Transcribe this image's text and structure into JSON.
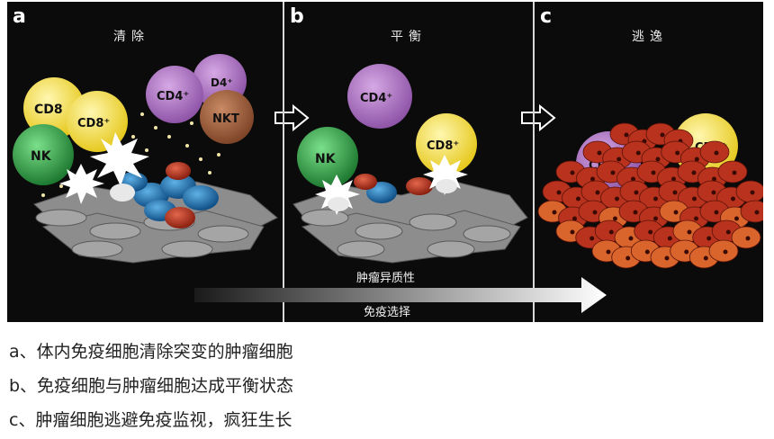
{
  "panels": [
    {
      "letter": "a",
      "title": "清除"
    },
    {
      "letter": "b",
      "title": "平衡"
    },
    {
      "letter": "c",
      "title": "逃逸"
    }
  ],
  "cells": {
    "cd8": "CD8",
    "cd8_plus": "CD8⁺",
    "cd4_plus": "CD4⁺",
    "cd4_partial": "D4⁺",
    "cd4_cut": "CD4",
    "nkt": "NKT",
    "nk": "NK"
  },
  "colors": {
    "cd8": "#f3e04a",
    "cd4": "#a86cbf",
    "nkt": "#a0623f",
    "nk": "#2f9e45",
    "tumor_blue": "#1b6fae",
    "tumor_red": "#b8321e",
    "tumor_orange": "#d9652c",
    "tissue": "#8b8b8b"
  },
  "band": {
    "top_label": "肿瘤异质性",
    "bottom_label": "免疫选择"
  },
  "captions": [
    "a、体内免疫细胞清除突变的肿瘤细胞",
    "b、免疫细胞与肿瘤细胞达成平衡状态",
    "c、肿瘤细胞逃避免疫监视，疯狂生长"
  ]
}
